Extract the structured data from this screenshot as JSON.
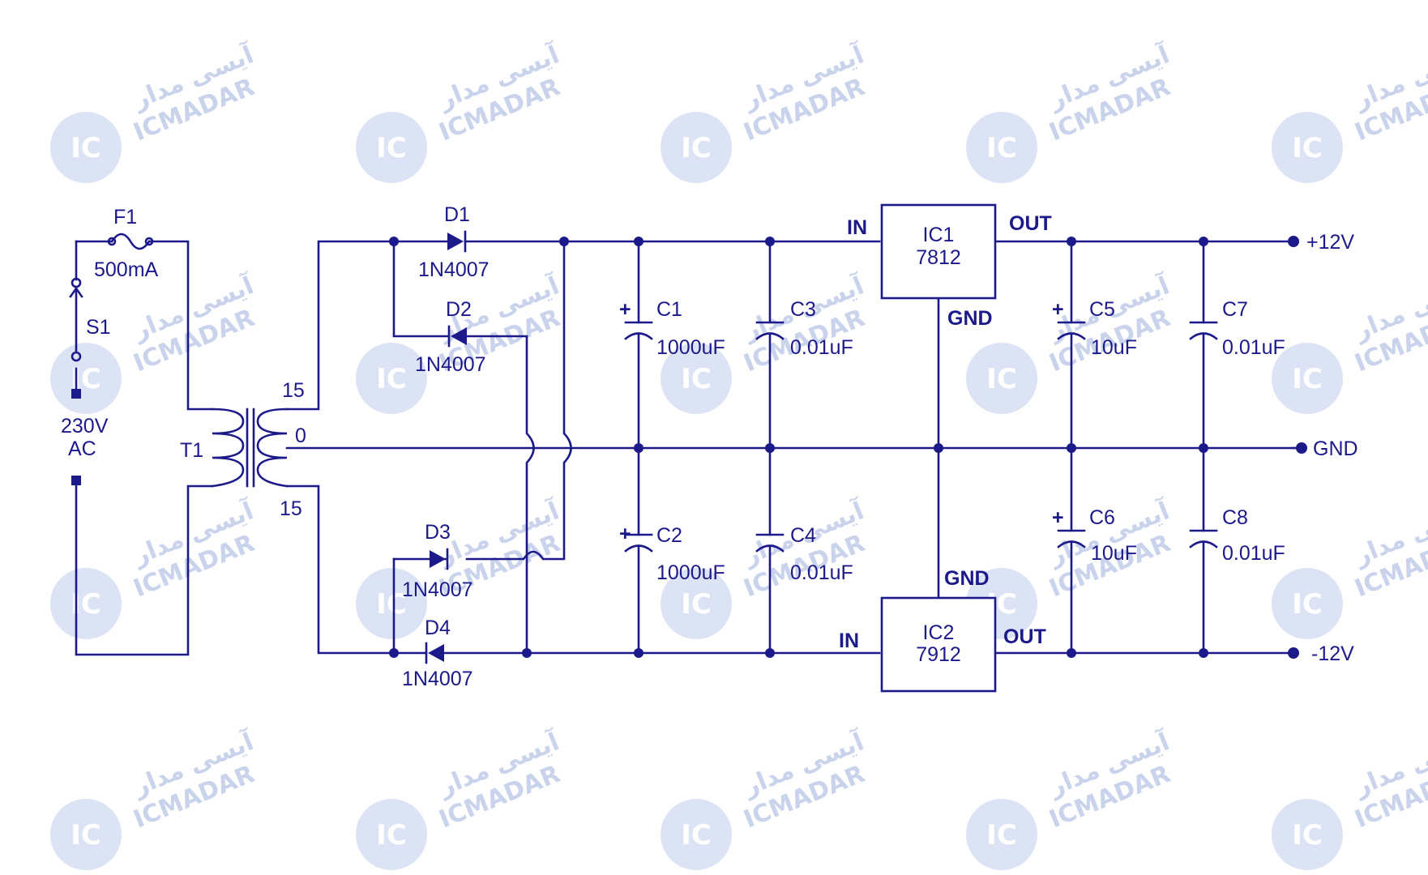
{
  "watermark": {
    "logo_text": "IC",
    "brand": "ICMADAR",
    "brand_fa": "آیسی مدار"
  },
  "components": {
    "fuse": {
      "ref": "F1",
      "value": "500mA"
    },
    "switch": {
      "ref": "S1"
    },
    "mains": {
      "line1": "230V",
      "line2": "AC"
    },
    "transformer": {
      "ref": "T1",
      "tap_top": "15",
      "tap_mid": "0",
      "tap_bot": "15"
    },
    "d1": {
      "ref": "D1",
      "part": "1N4007"
    },
    "d2": {
      "ref": "D2",
      "part": "1N4007"
    },
    "d3": {
      "ref": "D3",
      "part": "1N4007"
    },
    "d4": {
      "ref": "D4",
      "part": "1N4007"
    },
    "c1": {
      "ref": "C1",
      "value": "1000uF",
      "plus": "+"
    },
    "c2": {
      "ref": "C2",
      "value": "1000uF",
      "plus": "+"
    },
    "c3": {
      "ref": "C3",
      "value": "0.01uF"
    },
    "c4": {
      "ref": "C4",
      "value": "0.01uF"
    },
    "c5": {
      "ref": "C5",
      "value": "10uF",
      "plus": "+"
    },
    "c6": {
      "ref": "C6",
      "value": "10uF",
      "plus": "+"
    },
    "c7": {
      "ref": "C7",
      "value": "0.01uF"
    },
    "c8": {
      "ref": "C8",
      "value": "0.01uF"
    },
    "ic1": {
      "ref": "IC1",
      "part": "7812",
      "in": "IN",
      "out": "OUT",
      "gnd": "GND"
    },
    "ic2": {
      "ref": "IC2",
      "part": "7912",
      "in": "IN",
      "out": "OUT",
      "gnd": "GND"
    }
  },
  "outputs": {
    "pos": "+12V",
    "gnd": "GND",
    "neg": "-12V"
  },
  "colors": {
    "ink": "#1c1a8a",
    "watermark": "#c9d3ec"
  }
}
